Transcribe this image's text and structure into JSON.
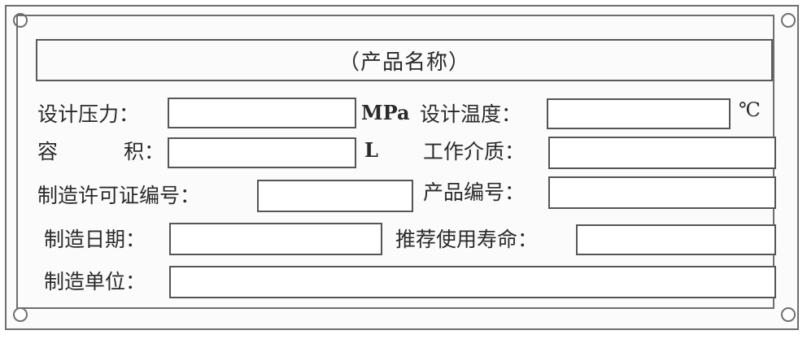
{
  "nameplate": {
    "title": "（产品名称）",
    "rows": {
      "design_pressure": {
        "label": "设计压力：",
        "unit": "MPa",
        "value": ""
      },
      "design_temperature": {
        "label": "设计温度：",
        "unit": "℃",
        "value": ""
      },
      "volume": {
        "label_char1": "容",
        "label_char2": "积：",
        "unit": "L",
        "value": ""
      },
      "working_medium": {
        "label": "工作介质：",
        "value": ""
      },
      "license_number": {
        "label": "制造许可证编号：",
        "value": ""
      },
      "product_number": {
        "label": "产品编号：",
        "value": ""
      },
      "manufacture_date": {
        "label": "制造日期：",
        "value": ""
      },
      "service_life": {
        "label": "推荐使用寿命：",
        "value": ""
      },
      "manufacturer": {
        "label": "制造单位：",
        "value": ""
      }
    }
  },
  "colors": {
    "border": "#6e6e6e",
    "text": "#2a2a2a",
    "background": "#fbfbfb"
  }
}
